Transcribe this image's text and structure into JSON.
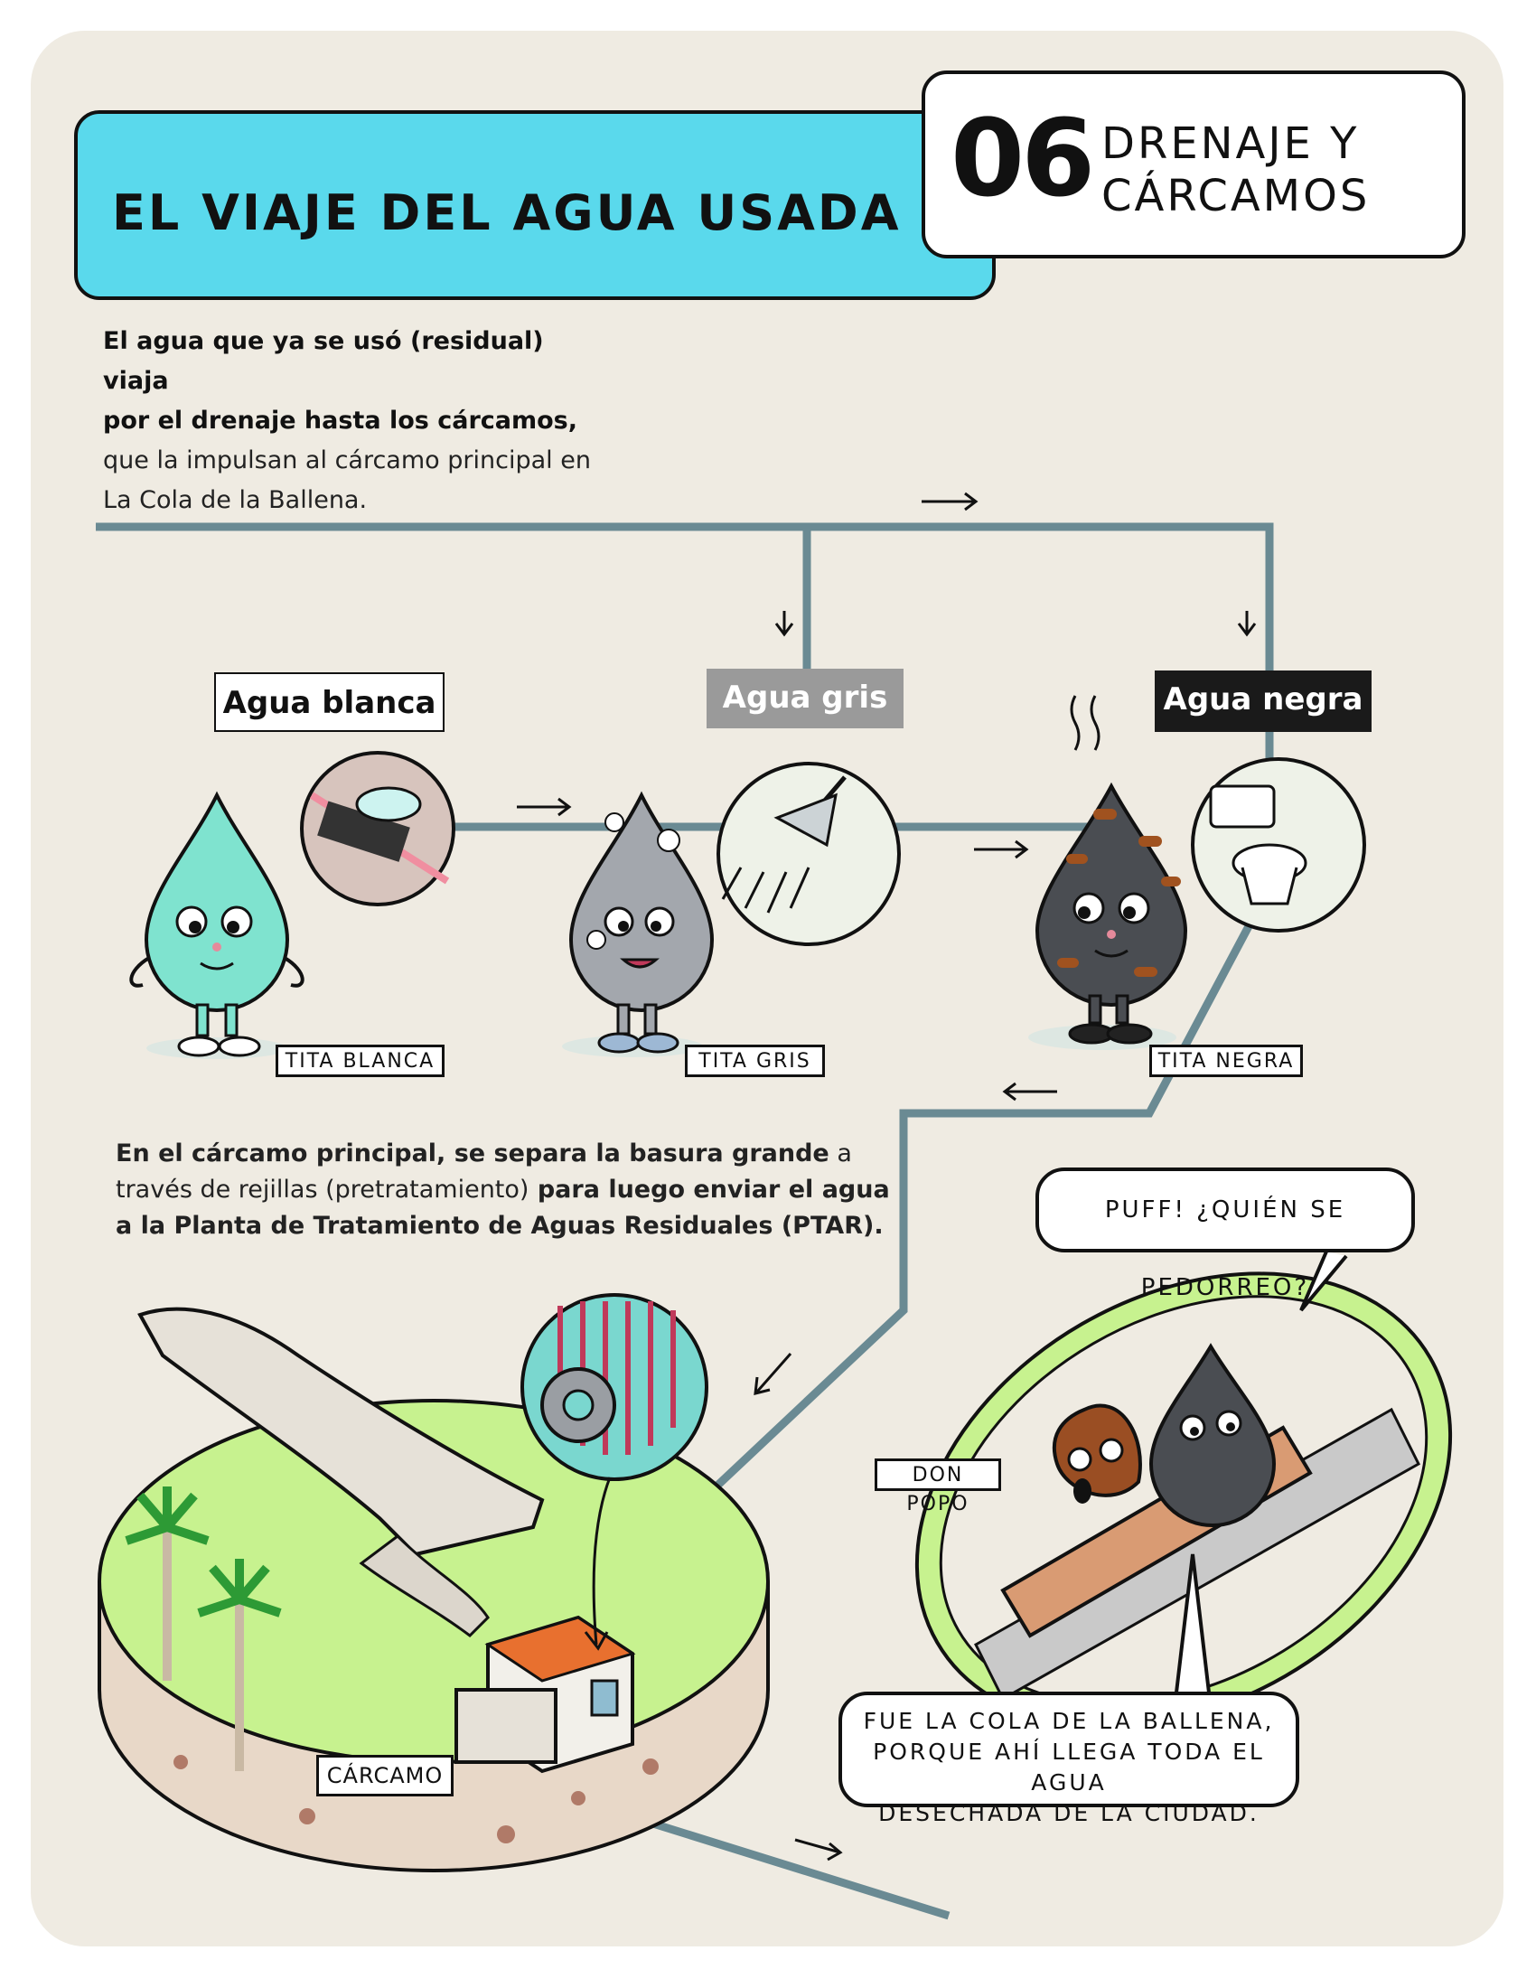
{
  "header": {
    "title": "EL VIAJE DEL AGUA USADA",
    "section_number": "06",
    "section_title_line1": "DRENAJE Y",
    "section_title_line2": "CÁRCAMOS"
  },
  "intro": {
    "bold1": "El agua que ya se usó (residual) viaja",
    "bold2": "por el drenaje hasta los cárcamos,",
    "normal1": "que la impulsan al cárcamo principal en",
    "normal2": "La Cola de la Ballena."
  },
  "water_types": {
    "white": "Agua blanca",
    "gray": "Agua gris",
    "black": "Agua negra"
  },
  "characters": {
    "white": "TITA BLANCA",
    "gray": "TITA GRIS",
    "black": "TITA NEGRA",
    "poop": "DON POPO"
  },
  "second_paragraph": {
    "bold1": "En el cárcamo principal, se separa la basura grande",
    "normal1": " a",
    "normal2": "través de rejillas (pretratamiento)",
    "bold2": " para luego enviar el agua",
    "bold3": "a la Planta de Tratamiento de Aguas Residuales (PTAR)."
  },
  "carcamo_label": "CÁRCAMO",
  "speech": {
    "top": "PUFF! ¿QUIÉN SE PEDORREO?",
    "bottom_line1": "FUE LA COLA DE LA BALLENA,",
    "bottom_line2": "PORQUE AHÍ LLEGA TODA EL AGUA",
    "bottom_line3": "DESECHADA DE LA CIUDAD."
  },
  "colors": {
    "background": "#efebe2",
    "title_blue": "#5ad9ec",
    "pipe": "#6a8a93",
    "tita_blanca": "#7fe3cf",
    "tita_gris": "#a3a7ad",
    "tita_negra": "#4a4d52",
    "grass": "#c7f28f"
  }
}
